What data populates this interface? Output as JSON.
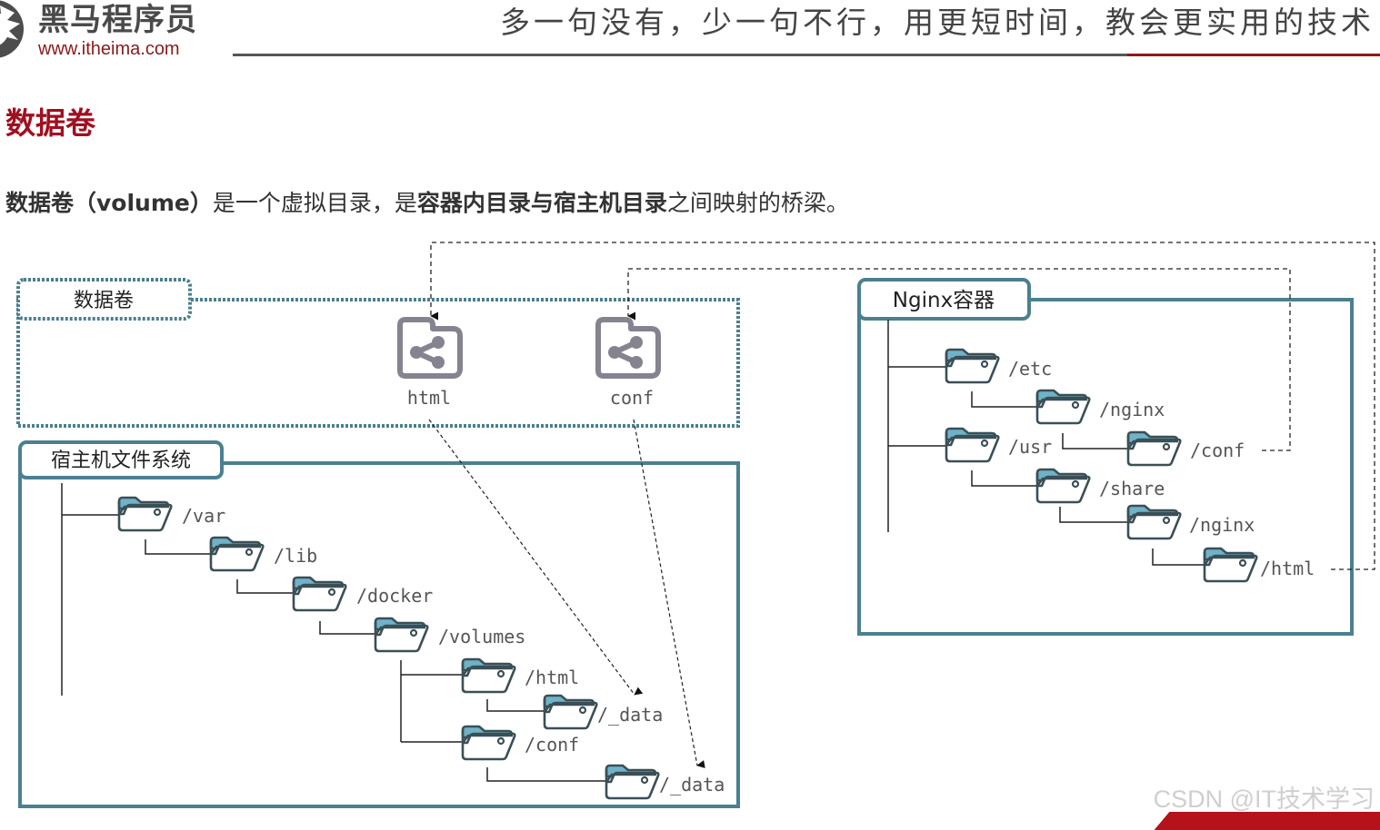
{
  "header": {
    "brand_name": "黑马程序员",
    "brand_url": "www.itheima.com",
    "slogan": "多一句没有，少一句不行，用更短时间，教会更实用的技术",
    "colors": {
      "brand_red": "#8b1a1a",
      "rule_gray": "#555555"
    }
  },
  "section": {
    "title": "数据卷",
    "description": {
      "parts": [
        {
          "text": "数据卷（volume）",
          "bold": true
        },
        {
          "text": "是一个虚拟目录，是",
          "bold": false
        },
        {
          "text": "容器内目录与宿主机目录",
          "bold": true
        },
        {
          "text": "之间映射的桥梁。",
          "bold": false
        }
      ]
    }
  },
  "diagram": {
    "colors": {
      "frame": "#4a8090",
      "folder_tab": "#6fb3c8",
      "share_icon": "#85838f",
      "dotted": "#4a7f8f"
    },
    "volume_box": {
      "label": "数据卷",
      "volumes": [
        {
          "name": "html",
          "icon": "shared-folder-icon"
        },
        {
          "name": "conf",
          "icon": "shared-folder-icon"
        }
      ]
    },
    "host_fs": {
      "label": "宿主机文件系统",
      "folders": [
        "/var",
        "/lib",
        "/docker",
        "/volumes",
        "/html",
        "/_data",
        "/conf",
        "/_data"
      ]
    },
    "nginx_container": {
      "label": "Nginx容器",
      "folders": [
        "/etc",
        "/nginx",
        "/conf",
        "/usr",
        "/share",
        "/nginx",
        "/html"
      ]
    },
    "mappings": [
      {
        "from": "Nginx /usr/share/nginx/html",
        "to": "volume html",
        "then": "/var/lib/docker/volumes/html/_data"
      },
      {
        "from": "Nginx /etc/nginx/conf",
        "to": "volume conf",
        "then": "/var/lib/docker/volumes/conf/_data"
      }
    ]
  },
  "watermark": "CSDN @IT技术学习"
}
